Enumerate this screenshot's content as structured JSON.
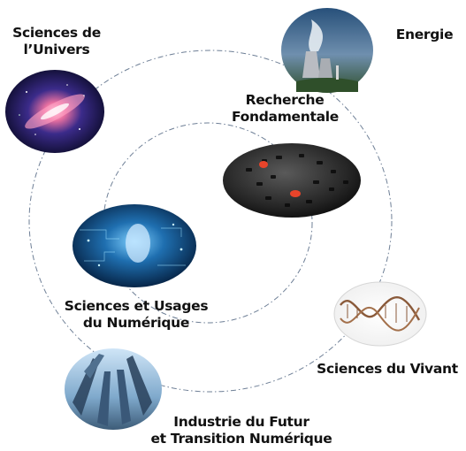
{
  "nodes": [
    {
      "id": "univers",
      "lines": [
        "Sciences de",
        "l’Univers"
      ],
      "image": "galaxy-image"
    },
    {
      "id": "energie",
      "lines": [
        "Energie"
      ],
      "image": "power-plant-image"
    },
    {
      "id": "recherche",
      "lines": [
        "Recherche",
        "Fondamentale"
      ],
      "image": "puzzle-pieces-image"
    },
    {
      "id": "numerique",
      "lines": [
        "Sciences et Usages",
        "du Numérique"
      ],
      "image": "digital-face-image"
    },
    {
      "id": "vivant",
      "lines": [
        "Sciences du Vivant"
      ],
      "image": "dna-helix-image"
    },
    {
      "id": "industrie",
      "lines": [
        "Industrie du Futur",
        "et Transition Numérique"
      ],
      "image": "skyscrapers-image"
    }
  ],
  "colors": {
    "ring": "#6e7f96",
    "text": "#111111",
    "dna": "#8a5a3a",
    "puzzle_red": "#e8442a"
  }
}
